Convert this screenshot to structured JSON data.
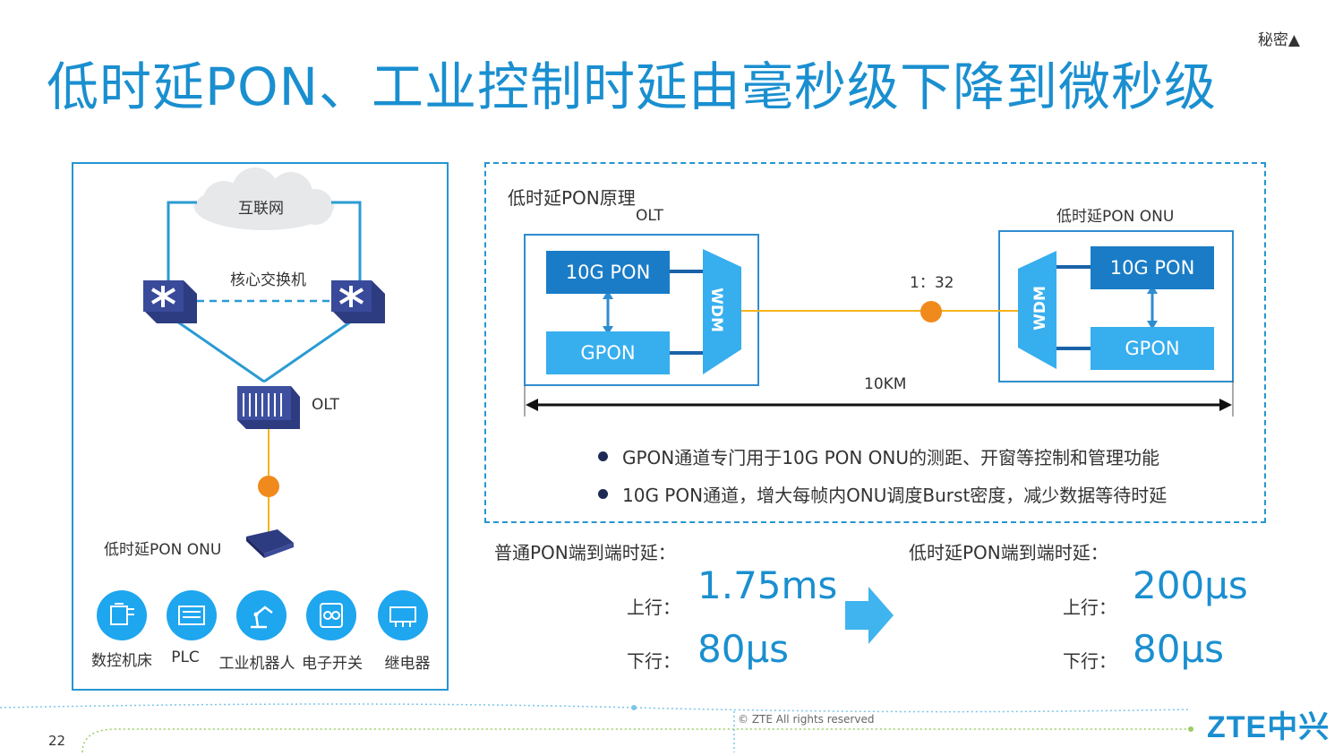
{
  "header": {
    "confidential": "秘密▲",
    "title": "低时延PON、工业控制时延由毫秒级下降到微秒级"
  },
  "topology": {
    "internet": "互联网",
    "core_switch": "核心交换机",
    "olt": "OLT",
    "onu": "低时延PON ONU",
    "devices": [
      "数控机床",
      "PLC",
      "工业机器人",
      "电子开关",
      "继电器"
    ]
  },
  "principle": {
    "title": "低时延PON原理",
    "olt_label": "OLT",
    "onu_label": "低时延PON ONU",
    "olt_10g": "10G PON",
    "olt_gpon": "GPON",
    "onu_10g": "10G PON",
    "onu_gpon": "GPON",
    "wdm": "WDM",
    "split_ratio": "1：32",
    "distance": "10KM",
    "bullets": [
      "GPON通道专门用于10G PON ONU的测距、开窗等控制和管理功能",
      "10G PON通道，增大每帧内ONU调度Burst密度，减少数据等待时延"
    ]
  },
  "latency": {
    "normal_title": "普通PON端到端时延：",
    "low_title": "低时延PON端到端时延：",
    "up_label": "上行：",
    "down_label": "下行：",
    "normal_up": "1.75ms",
    "normal_down": "80μs",
    "low_up": "200μs",
    "low_down": "80μs"
  },
  "footer": {
    "copyright": "© ZTE All rights reserved",
    "page": "22",
    "logo": "ZTE中兴"
  },
  "colors": {
    "accent": "#1a8fd0",
    "dark_block": "#1a7cc6",
    "light_block": "#37aeee",
    "fiber": "#f5b31b",
    "splitter": "#f08a1c"
  }
}
